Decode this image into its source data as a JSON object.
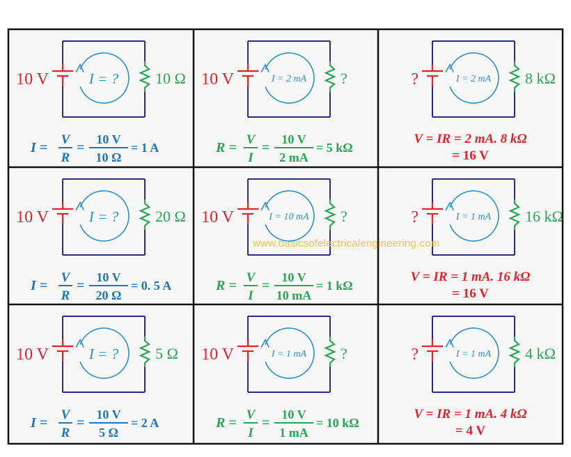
{
  "colors": {
    "red": "#e8202a",
    "green": "#2aa552",
    "blue": "#1b75b8",
    "navy": "#2b2a8c",
    "arrow": "#2a8fc8",
    "border": "#111111",
    "panel": "#f7f7f7"
  },
  "watermark": "www.basicsofelectricalengineering.com",
  "cells": [
    {
      "voltage": "10 V",
      "voltage_color": "red",
      "current": "I = ?",
      "resistance": "10 Ω",
      "res_color": "green",
      "eq_color": "blue",
      "eq_lhs": "I",
      "frac1_num": "V",
      "frac1_den": "R",
      "frac2_num": "10 V",
      "frac2_den": "10 Ω",
      "result": "= 1 A",
      "eq_line2": ""
    },
    {
      "voltage": "10 V",
      "voltage_color": "red",
      "current": "I = 2 mA",
      "resistance": "?",
      "res_color": "green",
      "eq_color": "green",
      "eq_lhs": "R",
      "frac1_num": "V",
      "frac1_den": "I",
      "frac2_num": "10 V",
      "frac2_den": "2 mA",
      "result": "= 5 kΩ",
      "eq_line2": ""
    },
    {
      "voltage": "?",
      "voltage_color": "red",
      "current": "I = 2 mA",
      "resistance": "8 kΩ",
      "res_color": "green",
      "eq_color": "red",
      "eq_line1": "V = IR = 2 mA. 8 kΩ",
      "eq_line2": "= 16 V"
    },
    {
      "voltage": "10 V",
      "voltage_color": "red",
      "current": "I = ?",
      "resistance": "20 Ω",
      "res_color": "green",
      "eq_color": "blue",
      "eq_lhs": "I",
      "frac1_num": "V",
      "frac1_den": "R",
      "frac2_num": "10 V",
      "frac2_den": "20 Ω",
      "result": "= 0. 5 A",
      "eq_line2": ""
    },
    {
      "voltage": "10 V",
      "voltage_color": "red",
      "current": "I = 10 mA",
      "resistance": "?",
      "res_color": "green",
      "eq_color": "green",
      "eq_lhs": "R",
      "frac1_num": "V",
      "frac1_den": "I",
      "frac2_num": "10 V",
      "frac2_den": "10 mA",
      "result": "= 1 kΩ",
      "eq_line2": ""
    },
    {
      "voltage": "?",
      "voltage_color": "red",
      "current": "I = 1 mA",
      "resistance": "16 kΩ",
      "res_color": "green",
      "eq_color": "red",
      "eq_line1": "V = IR = 1 mA. 16 kΩ",
      "eq_line2": "= 16 V"
    },
    {
      "voltage": "10 V",
      "voltage_color": "red",
      "current": "I = ?",
      "resistance": "5 Ω",
      "res_color": "green",
      "eq_color": "blue",
      "eq_lhs": "I",
      "frac1_num": "V",
      "frac1_den": "R",
      "frac2_num": "10 V",
      "frac2_den": "5 Ω",
      "result": "= 2 A",
      "eq_line2": ""
    },
    {
      "voltage": "10 V",
      "voltage_color": "red",
      "current": "I = 1 mA",
      "resistance": "?",
      "res_color": "green",
      "eq_color": "green",
      "eq_lhs": "R",
      "frac1_num": "V",
      "frac1_den": "I",
      "frac2_num": "10 V",
      "frac2_den": "1 mA",
      "result": "= 10 kΩ",
      "eq_line2": ""
    },
    {
      "voltage": "?",
      "voltage_color": "red",
      "current": "I = 1 mA",
      "resistance": "4 kΩ",
      "res_color": "green",
      "eq_color": "red",
      "eq_line1": "V = IR = 1 mA. 4 kΩ",
      "eq_line2": "= 4 V"
    }
  ]
}
